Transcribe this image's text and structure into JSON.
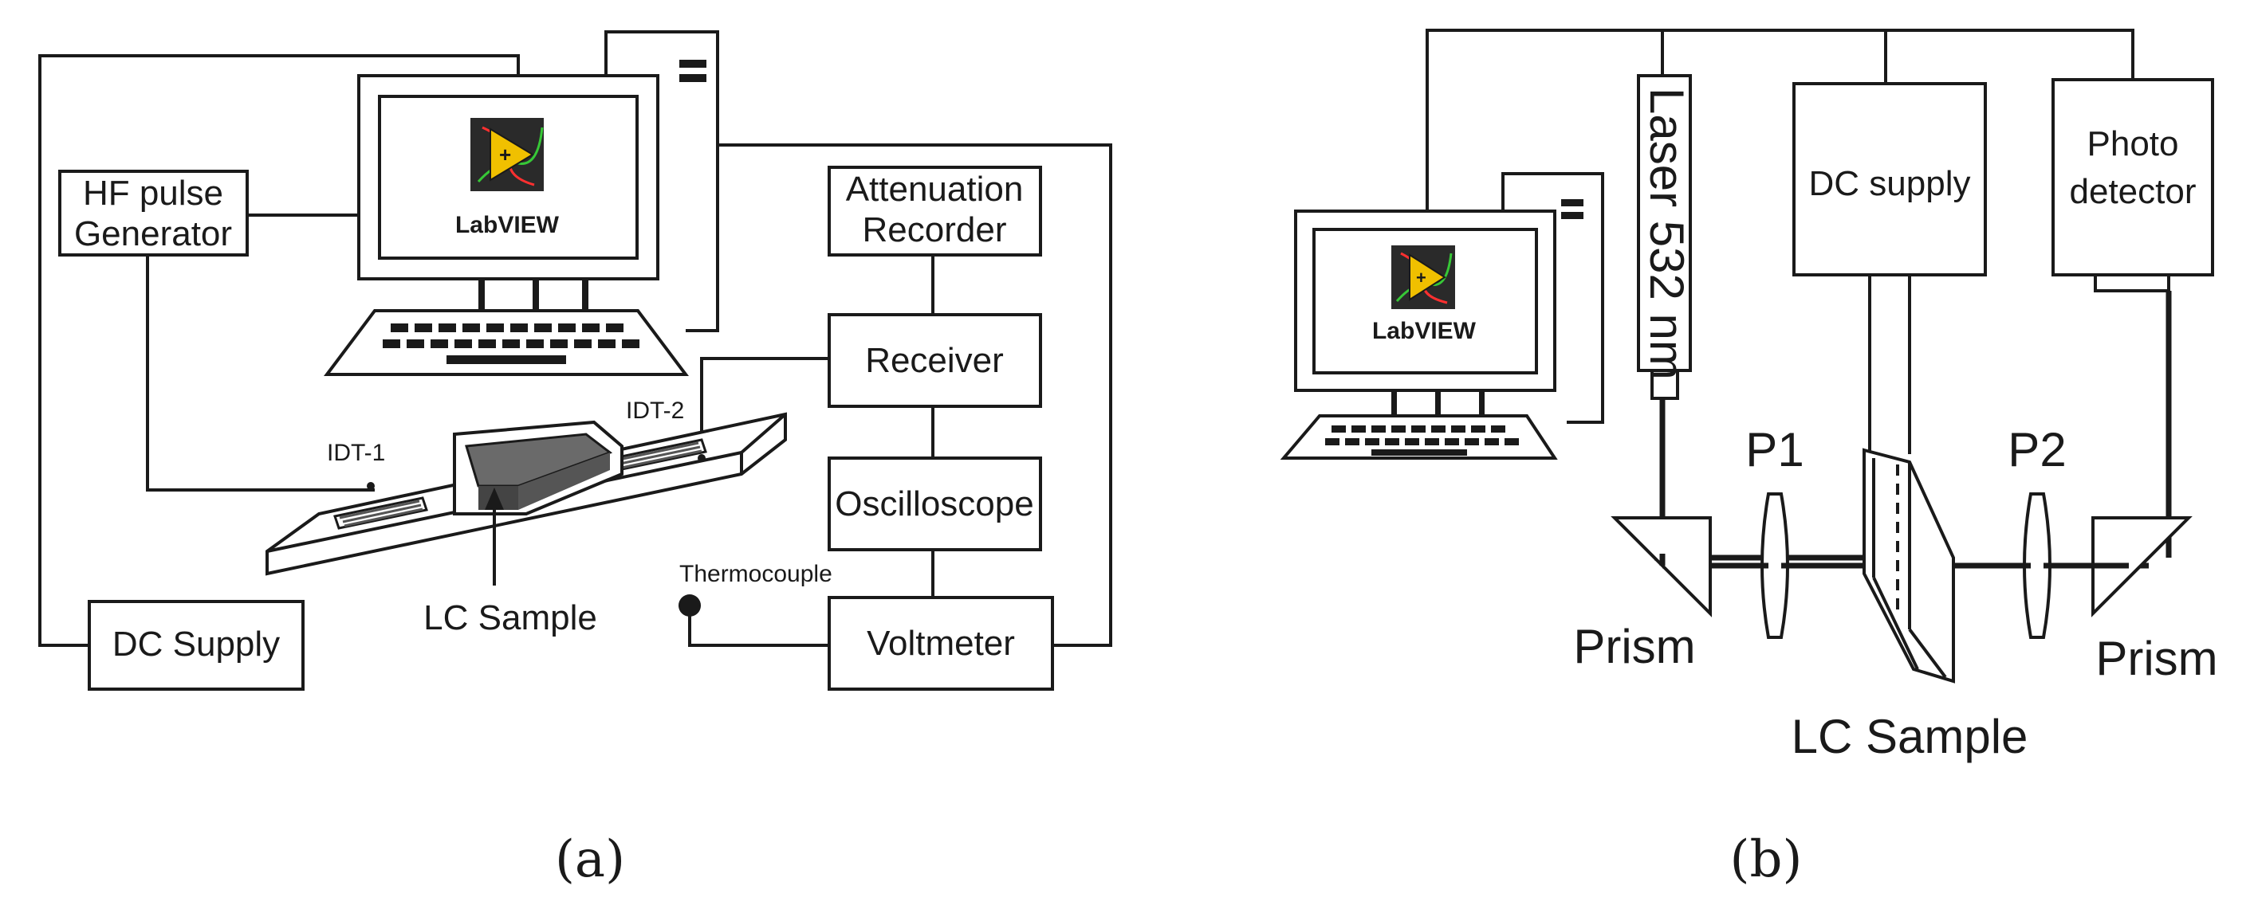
{
  "panel_a": {
    "caption": "(a)",
    "hf_pulse_generator": [
      "HF pulse",
      "Generator"
    ],
    "attenuation_recorder": [
      "Attenuation",
      "Recorder"
    ],
    "receiver": "Receiver",
    "oscilloscope": "Oscilloscope",
    "voltmeter": "Voltmeter",
    "dc_supply": "DC Supply",
    "thermocouple": "Thermocouple",
    "idt1": "IDT-1",
    "idt2": "IDT-2",
    "lc_sample": "LC Sample",
    "monitor_logo": "LabVIEW"
  },
  "panel_b": {
    "caption": "(b)",
    "laser": "Laser 532 nm",
    "dc_supply": "DC supply",
    "photo_detector": [
      "Photo",
      "detector"
    ],
    "p1": "P1",
    "p2": "P2",
    "prism_left": "Prism",
    "prism_right": "Prism",
    "lc_sample": "LC Sample",
    "monitor_logo": "LabVIEW"
  }
}
